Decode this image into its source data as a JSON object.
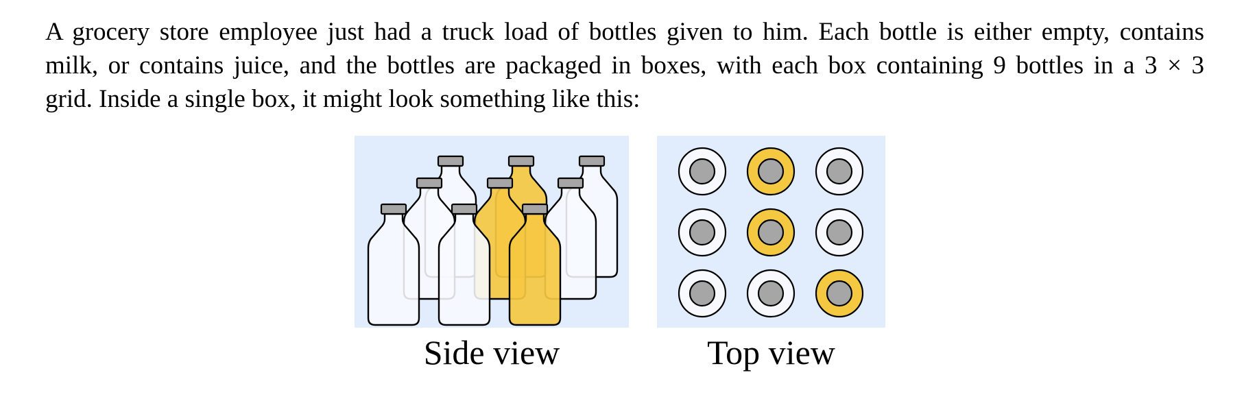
{
  "paragraph": {
    "line1": "A grocery store employee just had a truck load of bottles given to him. Each bottle is either empty, contains",
    "line2": "milk, or contains juice, and the bottles are packaged in boxes, with each box containing 9 bottles in a 3 × 3",
    "line3": "grid. Inside a single box, it might look something like this:"
  },
  "figures": {
    "side_view": {
      "caption": "Side view"
    },
    "top_view": {
      "caption": "Top view"
    }
  },
  "grid": [
    [
      "milk",
      "juice",
      "milk"
    ],
    [
      "milk",
      "juice",
      "milk"
    ],
    [
      "milk",
      "milk",
      "juice"
    ]
  ],
  "colors": {
    "panel_background": "#e1ecfd",
    "milk": "#f7f9fe",
    "juice": "#f5c842",
    "cap": "#a6a6a6",
    "outline": "#000000"
  },
  "icons": {
    "bottle": "bottle-icon",
    "bottle_top": "bottle-top-icon"
  }
}
